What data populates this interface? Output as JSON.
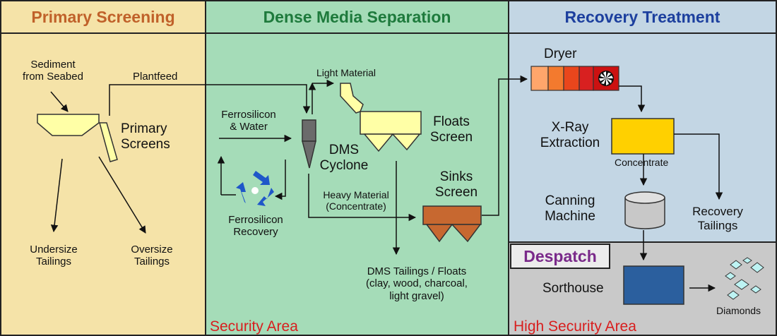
{
  "colors": {
    "primary_bg": "#f5e3a8",
    "primary_header_text": "#c0612a",
    "dms_bg": "#a5dcb8",
    "dms_header_text": "#1e7a3c",
    "recovery_bg": "#c3d6e4",
    "recovery_header_text": "#1c3f9e",
    "despatch_bg": "#c9c9c9",
    "despatch_header_text": "#7a2a8a",
    "security_text": "#d81e1e"
  },
  "sections": {
    "primary_screening": "Primary Screening",
    "dense_media_separation": "Dense Media Separation",
    "recovery_treatment": "Recovery Treatment",
    "despatch": "Despatch"
  },
  "zones": {
    "security_area": "Security Area",
    "high_security_area": "High Security Area"
  },
  "labels": {
    "sediment_line1": "Sediment",
    "sediment_line2": "from Seabed",
    "plantfeed": "Plantfeed",
    "primary_screens_line1": "Primary",
    "primary_screens_line2": "Screens",
    "undersize_line1": "Undersize",
    "undersize_line2": "Tailings",
    "oversize_line1": "Oversize",
    "oversize_line2": "Tailings",
    "light_material": "Light Material",
    "ferrosilicon_water_line1": "Ferrosilicon",
    "ferrosilicon_water_line2": "& Water",
    "dms_cyclone_line1": "DMS",
    "dms_cyclone_line2": "Cyclone",
    "floats_screen_line1": "Floats",
    "floats_screen_line2": "Screen",
    "sinks_screen_line1": "Sinks",
    "sinks_screen_line2": "Screen",
    "heavy_material_line1": "Heavy Material",
    "heavy_material_line2": "(Concentrate)",
    "ferrosilicon_recovery_line1": "Ferrosilicon",
    "ferrosilicon_recovery_line2": "Recovery",
    "dms_tailings_line1": "DMS Tailings / Floats",
    "dms_tailings_line2": "(clay, wood, charcoal,",
    "dms_tailings_line3": "light gravel)",
    "dryer": "Dryer",
    "xray_line1": "X-Ray",
    "xray_line2": "Extraction",
    "concentrate": "Concentrate",
    "canning_line1": "Canning",
    "canning_line2": "Machine",
    "recovery_tailings_line1": "Recovery",
    "recovery_tailings_line2": "Tailings",
    "sorthouse": "Sorthouse",
    "diamonds": "Diamonds"
  }
}
